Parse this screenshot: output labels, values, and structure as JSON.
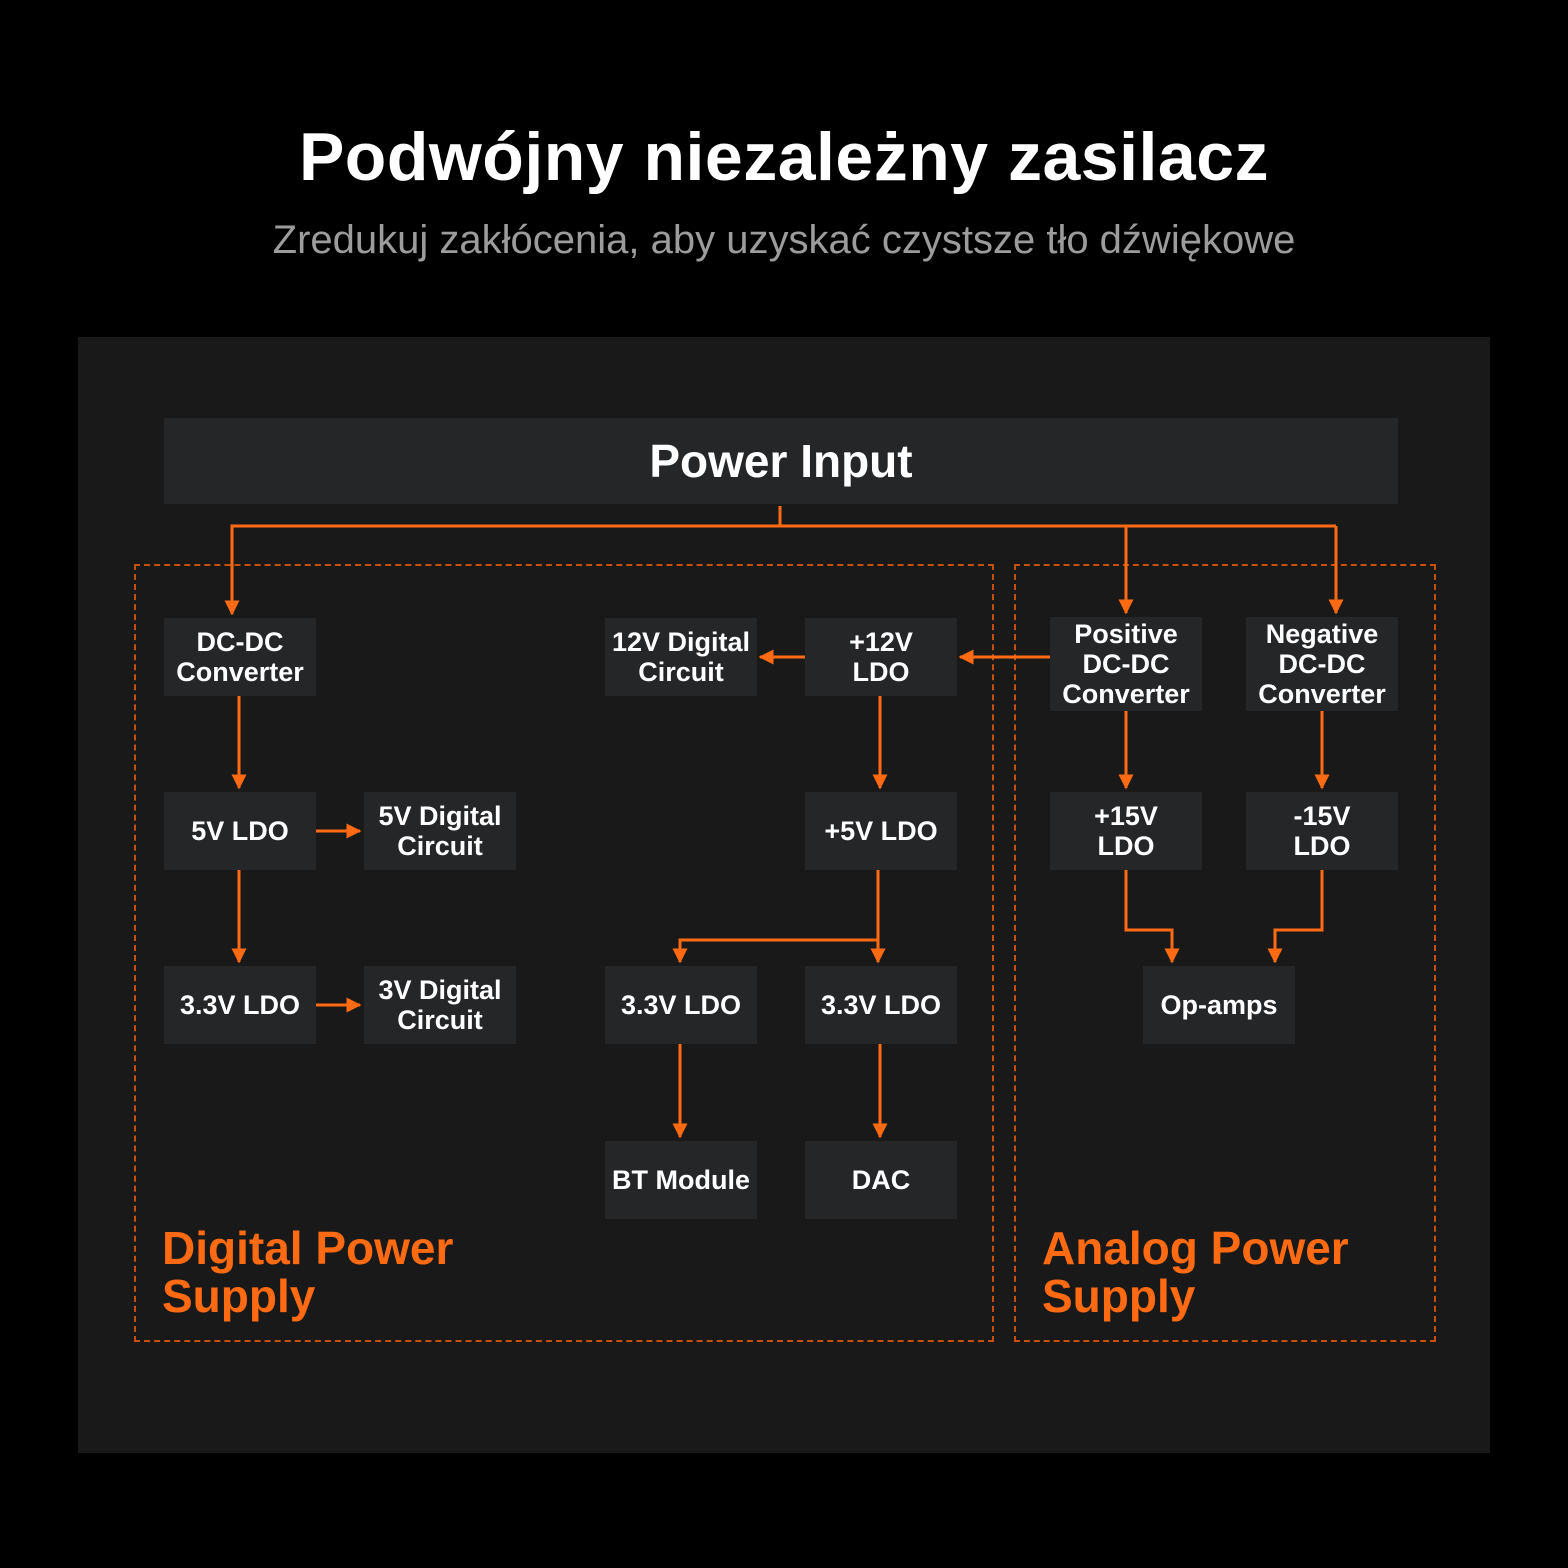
{
  "header": {
    "title": "Podwójny niezależny zasilacz",
    "subtitle": "Zredukuj zakłócenia, aby uzyskać czystsze tło dźwiękowe"
  },
  "diagram": {
    "power_input": "Power Input",
    "zones": {
      "digital": "Digital Power\nSupply",
      "analog": "Analog Power\nSupply"
    },
    "blocks": {
      "dcdc": "DC-DC\nConverter",
      "v5ldo": "5V LDO",
      "v5digital": "5V Digital\nCircuit",
      "v33ldo_a": "3.3V LDO",
      "v3digital": "3V Digital\nCircuit",
      "v12digital": "12V Digital\nCircuit",
      "p12ldo": "+12V\nLDO",
      "p5ldo": "+5V LDO",
      "v33ldo_b": "3.3V LDO",
      "v33ldo_c": "3.3V LDO",
      "bt": "BT Module",
      "dac": "DAC",
      "posdcdc": "Positive\nDC-DC\nConverter",
      "negdcdc": "Negative\nDC-DC\nConverter",
      "p15ldo": "+15V\nLDO",
      "n15ldo": "-15V\nLDO",
      "opamps": "Op-amps"
    },
    "colors": {
      "accent": "#ff6a13",
      "block": "#252628",
      "panel": "#191919",
      "background": "#000000"
    }
  }
}
